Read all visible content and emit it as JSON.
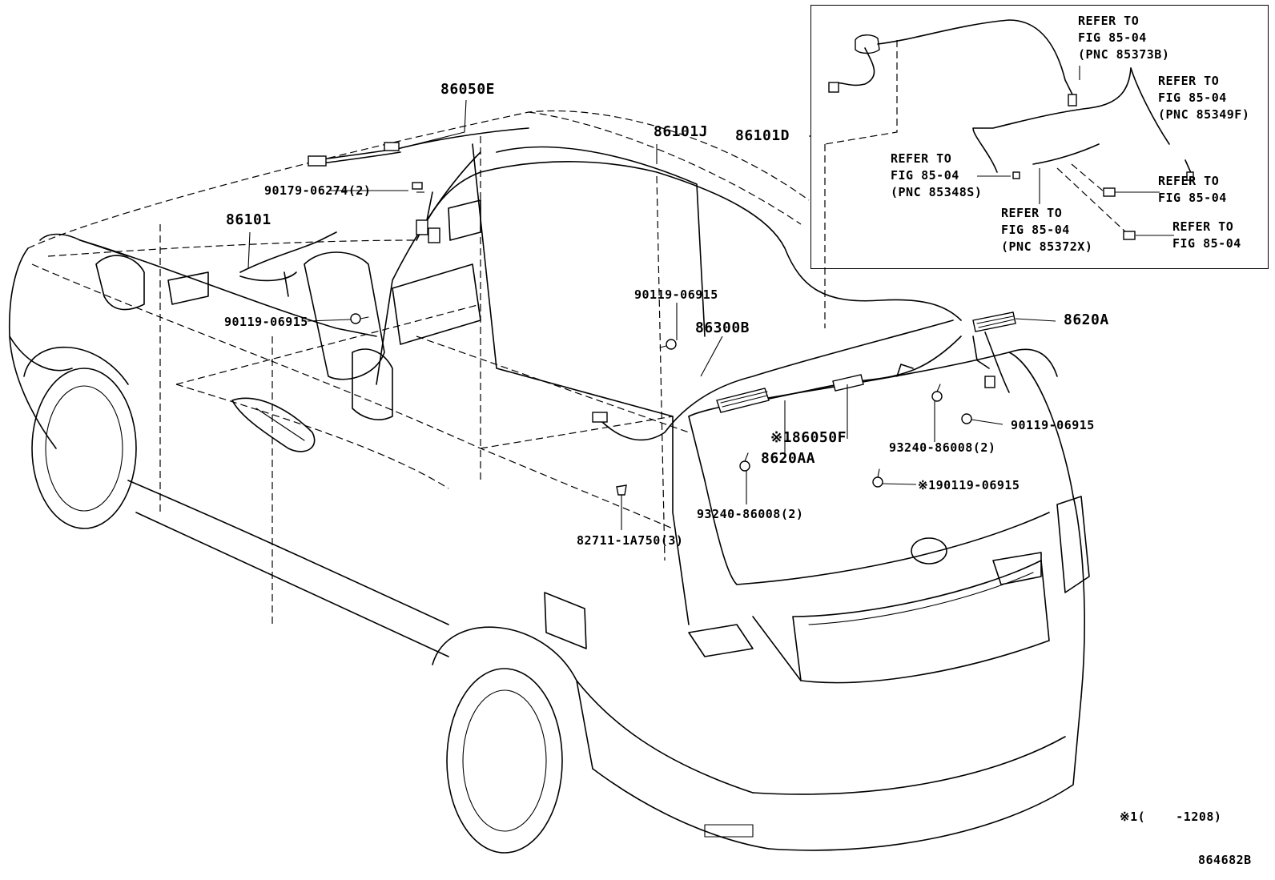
{
  "labels": {
    "p86050E": "86050E",
    "p86101J": "86101J",
    "p86101D": "86101D",
    "p86101": "86101",
    "p90179": "90179-06274(2)",
    "p90119_a": "90119-06915",
    "p90119_b": "90119-06915",
    "p90119_c": "90119-06915",
    "p86300B": "86300B",
    "p8620A": "8620A",
    "p186050F": "※186050F",
    "p8620AA": "8620AA",
    "p93240_a": "93240-86008(2)",
    "p93240_b": "93240-86008(2)",
    "p190119": "※190119-06915",
    "p82711": "82711-1A750(3)"
  },
  "inset": {
    "refs": [
      {
        "line1": "REFER TO",
        "line2": "FIG 85-04",
        "line3": "(PNC 85373B)"
      },
      {
        "line1": "REFER TO",
        "line2": "FIG 85-04",
        "line3": "(PNC 85349F)"
      },
      {
        "line1": "REFER TO",
        "line2": "FIG 85-04",
        "line3": "(PNC 85348S)"
      },
      {
        "line1": "REFER TO",
        "line2": "FIG 85-04",
        "line3": ""
      },
      {
        "line1": "REFER TO",
        "line2": "FIG 85-04",
        "line3": "(PNC 85372X)"
      },
      {
        "line1": "REFER TO",
        "line2": "FIG 85-04",
        "line3": ""
      }
    ]
  },
  "footnote": "※1(    -1208)",
  "figure_code": "864682B"
}
